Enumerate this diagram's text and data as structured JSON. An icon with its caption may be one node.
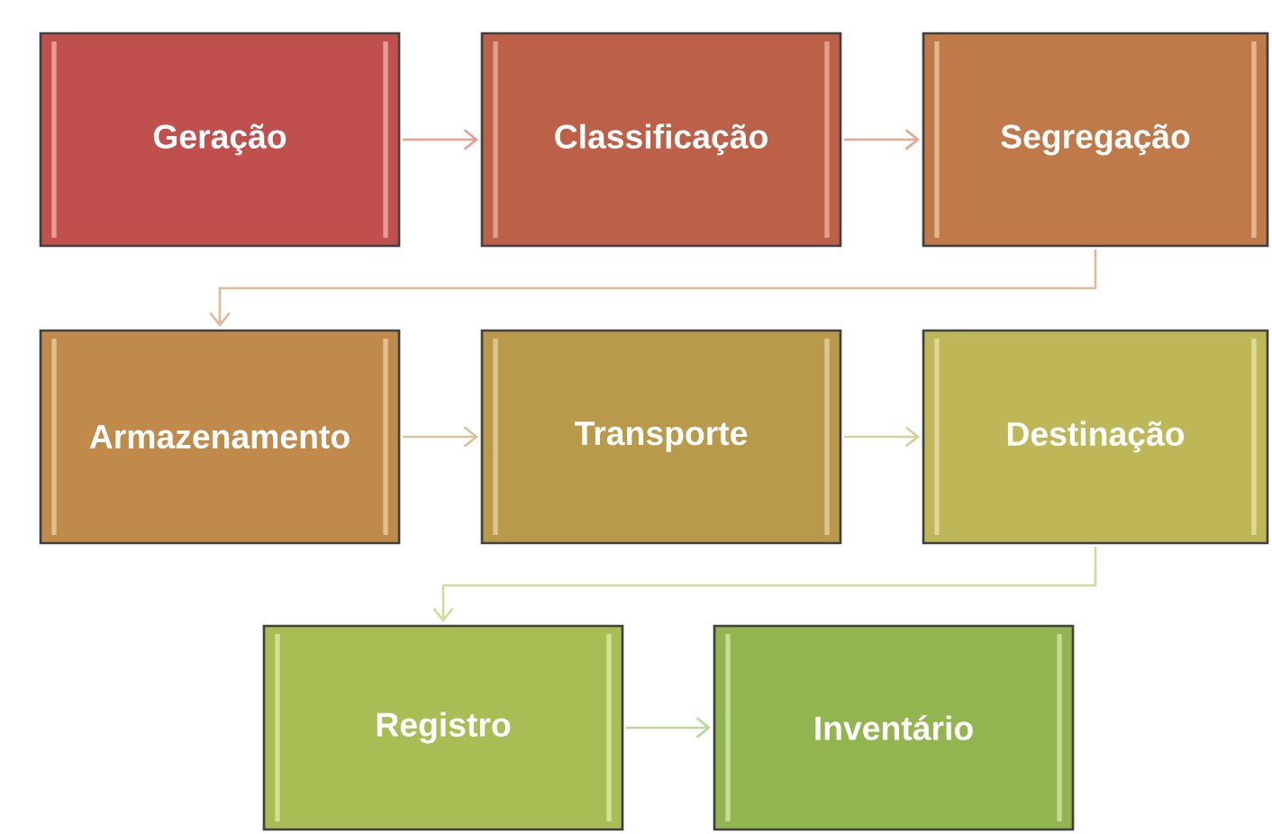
{
  "diagram": {
    "nodes": [
      {
        "text": [
          "Geração"
        ]
      },
      {
        "text": [
          "Classificação"
        ]
      },
      {
        "text": [
          "Segregação"
        ]
      },
      {
        "text": [
          "Armazenamento"
        ]
      },
      {
        "text": [
          "Transporte"
        ]
      },
      {
        "text": [
          "Destinação"
        ]
      },
      {
        "text": [
          "Registro"
        ]
      },
      {
        "text": [
          "Inventário"
        ]
      }
    ],
    "edges": [
      {
        "from": 0,
        "to": 1,
        "arrow": "to",
        "color": "#e6a09a"
      },
      {
        "from": 1,
        "to": 2,
        "arrow": "to",
        "color": "#e4a88f"
      },
      {
        "from": 2,
        "to": 3,
        "arrow": "to",
        "color": "#e3b898"
      },
      {
        "from": 3,
        "to": 4,
        "arrow": "to",
        "color": "#dcc29a"
      },
      {
        "from": 4,
        "to": 5,
        "arrow": "to",
        "color": "#d6d09a"
      },
      {
        "from": 5,
        "to": 6,
        "arrow": "to",
        "color": "#cfdc9a"
      },
      {
        "from": 6,
        "to": 7,
        "arrow": "to",
        "color": "#bcd69a"
      }
    ]
  }
}
